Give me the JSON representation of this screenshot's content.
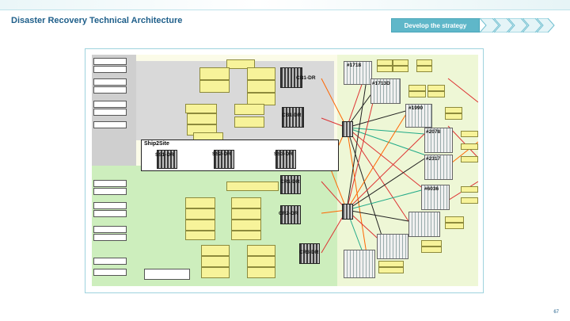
{
  "header": {
    "title": "Disaster Recovery Technical Architecture",
    "step_label": "Develop the strategy"
  },
  "diagram": {
    "group_label": "Ship2Site",
    "nodes": [
      {
        "id": "cb1",
        "label": "CB1-DR"
      },
      {
        "id": "cb1b",
        "label": "CB1-DR"
      },
      {
        "id": "ss1",
        "label": "SS1-DR"
      },
      {
        "id": "ss2",
        "label": "SS2-DR"
      },
      {
        "id": "ss3",
        "label": "SS3-DR"
      },
      {
        "id": "cr1",
        "label": "CR1-DR"
      },
      {
        "id": "cr2",
        "label": "CR2-DR"
      },
      {
        "id": "cr3",
        "label": "CR3-DR"
      },
      {
        "id": "s1",
        "label": "#1718"
      },
      {
        "id": "s2",
        "label": "#1713D"
      },
      {
        "id": "s3",
        "label": "#1990"
      },
      {
        "id": "s4",
        "label": "#2078"
      },
      {
        "id": "s5",
        "label": "#2317"
      },
      {
        "id": "s6",
        "label": "#6036"
      }
    ]
  },
  "footer": {
    "page_number": "67"
  },
  "colors": {
    "accent": "#5fb7c9",
    "title": "#1f5f8a",
    "zone_green": "#cfeec0",
    "zone_gray": "#d4d4d4"
  }
}
